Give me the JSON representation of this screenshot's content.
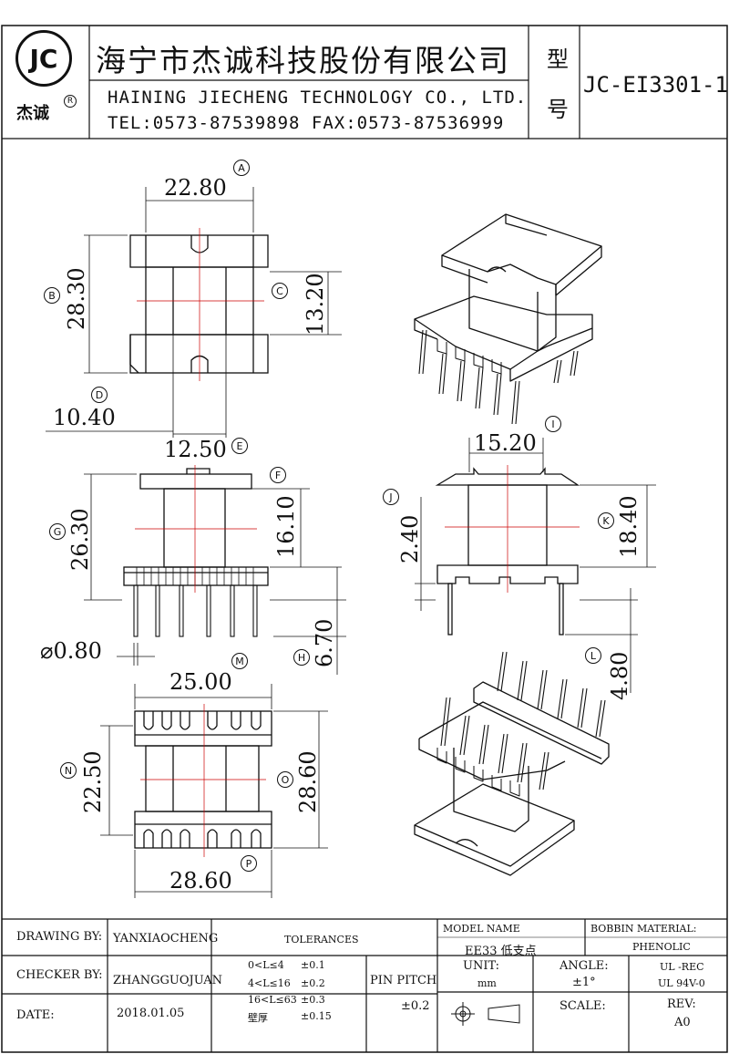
{
  "header": {
    "logo_text": "JC",
    "logo_cn": "杰诚",
    "logo_reg": "R",
    "company_cn": "海宁市杰诚科技股份有限公司",
    "company_en": "HAINING JIECHENG TECHNOLOGY CO., LTD.",
    "company_contact": "TEL:0573-87539898  FAX:0573-87536999",
    "model_label_1": "型",
    "model_label_2": "号",
    "model_no": "JC-EI3301-1"
  },
  "dimensions": {
    "A": {
      "letter": "A",
      "value": "22.80"
    },
    "B": {
      "letter": "B",
      "value": "28.30"
    },
    "C": {
      "letter": "C",
      "value": "13.20"
    },
    "D": {
      "letter": "D",
      "value": "10.40"
    },
    "E": {
      "letter": "E",
      "value": "12.50"
    },
    "F": {
      "letter": "F",
      "value": "16.10"
    },
    "G": {
      "letter": "G",
      "value": "26.30"
    },
    "H": {
      "letter": "H",
      "value": "6.70"
    },
    "I": {
      "letter": "I",
      "value": "15.20"
    },
    "J": {
      "letter": "J",
      "value": "2.40"
    },
    "K": {
      "letter": "K",
      "value": "18.40"
    },
    "L": {
      "letter": "L",
      "value": "4.80"
    },
    "M": {
      "letter": "M",
      "value": "25.00"
    },
    "N": {
      "letter": "N",
      "value": "22.50"
    },
    "O": {
      "letter": "O",
      "value": "28.60"
    },
    "P": {
      "letter": "P",
      "value": "28.60"
    },
    "pin_dia": {
      "value": "⌀0.80"
    }
  },
  "title_block": {
    "drawing_by_label": "DRAWING  BY:",
    "drawing_by_value": "YANXIAOCHENG",
    "checker_by_label": "CHECKER  BY:",
    "checker_by_value": "ZHANGGUOJUAN",
    "date_label": "DATE:",
    "date_value": "2018.01.05",
    "tolerances_label": "TOLERANCES",
    "tol_rows": [
      {
        "range": "0<L≤4",
        "tol": "±0.1"
      },
      {
        "range": "4<L≤16",
        "tol": "±0.2"
      },
      {
        "range": "16<L≤63",
        "tol": "±0.3"
      },
      {
        "range": "壁厚",
        "tol": "±0.15"
      }
    ],
    "pin_pitch_label": "PIN PITCH",
    "pin_pitch_value": "±0.2",
    "model_name_label": "MODEL NAME",
    "model_name_value": "EE33 低支点",
    "bobbin_material_label": "BOBBIN MATERIAL:",
    "bobbin_material_value": "PHENOLIC",
    "unit_label": "UNIT:",
    "unit_value": "mm",
    "angle_label": "ANGLE:",
    "angle_value": "±1°",
    "ul_1": "UL -REC",
    "ul_2": "UL  94V-0",
    "scale_label": "SCALE:",
    "rev_label": "REV:",
    "rev_value": "A0"
  }
}
